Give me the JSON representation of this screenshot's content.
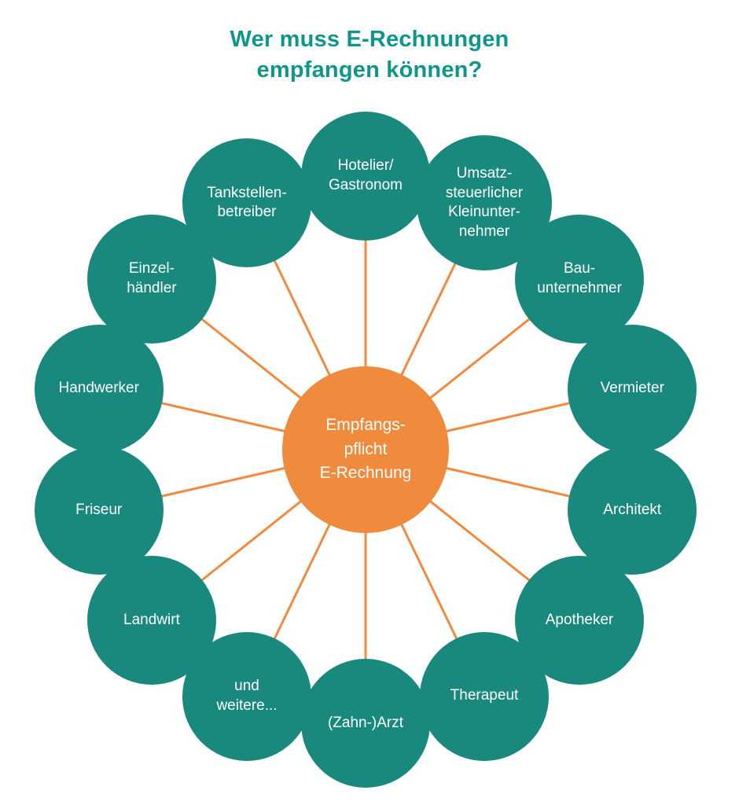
{
  "title": {
    "line1": "Wer muss E-Rechnungen",
    "line2": "empfangen können?"
  },
  "diagram": {
    "center_label": "Empfangs-\npflicht\nE-Rechnung",
    "nodes": [
      {
        "label": "Hotelier/\nGastronom"
      },
      {
        "label": "Umsatz-\nsteuerlicher\nKleinunter-\nnehmer"
      },
      {
        "label": "Bau-\nunternehmer"
      },
      {
        "label": "Vermieter"
      },
      {
        "label": "Architekt"
      },
      {
        "label": "Apotheker"
      },
      {
        "label": "Therapeut"
      },
      {
        "label": "(Zahn-)Arzt"
      },
      {
        "label": "und\nweitere..."
      },
      {
        "label": "Landwirt"
      },
      {
        "label": "Friseur"
      },
      {
        "label": "Handwerker"
      },
      {
        "label": "Einzel-\nhändler"
      },
      {
        "label": "Tankstellen-\nbetreiber"
      }
    ],
    "colors": {
      "node": "#19897E",
      "node_text": "#FFFFFF",
      "center": "#F08A3D",
      "center_text": "#FFFFFF",
      "line": "#F08A3D",
      "title": "#0F968B"
    }
  }
}
